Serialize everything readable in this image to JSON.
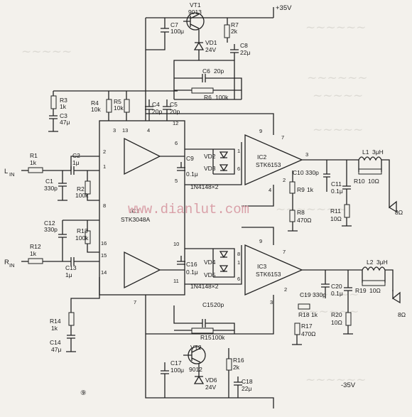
{
  "diagram": {
    "supply_pos": "+35V",
    "supply_neg": "-35V",
    "figure_number": "⑨",
    "watermark": "www.dianlut.com",
    "inputs": {
      "left": "L",
      "left_sub": "IN",
      "right": "R",
      "right_sub": "IN"
    },
    "preamp_ic": {
      "ref": "IC1",
      "part": "STK3048A"
    },
    "power_ic_top": {
      "ref": "IC2",
      "part": "STK6153"
    },
    "power_ic_bottom": {
      "ref": "IC3",
      "part": "STK6153"
    },
    "diode_pair_top": "1N4148×2",
    "diode_pair_bottom": "1N4148×2",
    "components": {
      "VT1": [
        "VT1",
        "9013"
      ],
      "VT2": [
        "VT2",
        "9012"
      ],
      "C7": [
        "C7",
        "100μ"
      ],
      "R7": [
        "R7",
        "2k"
      ],
      "VD1": [
        "VD1",
        "24V"
      ],
      "C8": [
        "C8",
        "22μ"
      ],
      "C6": [
        "C6",
        "20p"
      ],
      "R6": [
        "R6",
        "100k"
      ],
      "R3": [
        "R3",
        "1k"
      ],
      "C3": [
        "C3",
        "47μ"
      ],
      "R4": [
        "R4",
        "10k"
      ],
      "R5": [
        "R5",
        "10k"
      ],
      "C4": [
        "C4",
        "20p"
      ],
      "C5": [
        "C5",
        "20p"
      ],
      "R1": [
        "R1",
        "1k"
      ],
      "C2": [
        "C2",
        "1μ"
      ],
      "C1": [
        "C1",
        "330p"
      ],
      "R2": [
        "R2",
        "100k"
      ],
      "C12": [
        "C12",
        "330p"
      ],
      "R13": [
        "R13",
        "100k"
      ],
      "R12": [
        "R12",
        "1k"
      ],
      "C13": [
        "C13",
        "1μ"
      ],
      "C9": [
        "C9",
        "0.1μ"
      ],
      "VD2": [
        "VD2"
      ],
      "VD3": [
        "VD3"
      ],
      "C16": [
        "C16",
        "0.1μ"
      ],
      "VD4": [
        "VD4"
      ],
      "VD5": [
        "VD5"
      ],
      "C10": [
        "C10",
        "330p"
      ],
      "L1": [
        "L1",
        "3μH"
      ],
      "C11": [
        "C11",
        "0.1μ"
      ],
      "R10": [
        "R10",
        "10Ω"
      ],
      "R9": [
        "R9",
        "1k"
      ],
      "R8": [
        "R8",
        "470Ω"
      ],
      "R11": [
        "R11",
        "10Ω"
      ],
      "C19": [
        "C19",
        "330p"
      ],
      "L2": [
        "L2",
        "3μH"
      ],
      "C20": [
        "C20",
        "0.1μ"
      ],
      "R19": [
        "R19",
        "10Ω"
      ],
      "R18": [
        "R18",
        "1k"
      ],
      "R17": [
        "R17",
        "470Ω"
      ],
      "R20": [
        "R20",
        "10Ω"
      ],
      "C15": [
        "C15",
        "20p"
      ],
      "R15": [
        "R15",
        "100k"
      ],
      "R14": [
        "R14",
        "1k"
      ],
      "C14": [
        "C14",
        "47μ"
      ],
      "C17": [
        "C17",
        "100μ"
      ],
      "R16": [
        "R16",
        "2k"
      ],
      "VD6": [
        "VD6",
        "24V"
      ],
      "C18": [
        "C18",
        "22μ"
      ]
    },
    "speakers": {
      "top": "8Ω",
      "bottom": "8Ω"
    },
    "pins": {
      "ic1_top": [
        "3",
        "13",
        "4",
        "12"
      ],
      "ic1_left": [
        "2",
        "1",
        "8",
        "16",
        "15",
        "14"
      ],
      "ic1_mid": [
        "6",
        "5",
        "10",
        "11"
      ],
      "ic1_bottom": [
        "7"
      ],
      "ic2": [
        "9",
        "7",
        "3",
        "1",
        "6",
        "2",
        "4"
      ],
      "ic3": [
        "7",
        "8",
        "9",
        "1",
        "6",
        "2",
        "3"
      ]
    }
  }
}
